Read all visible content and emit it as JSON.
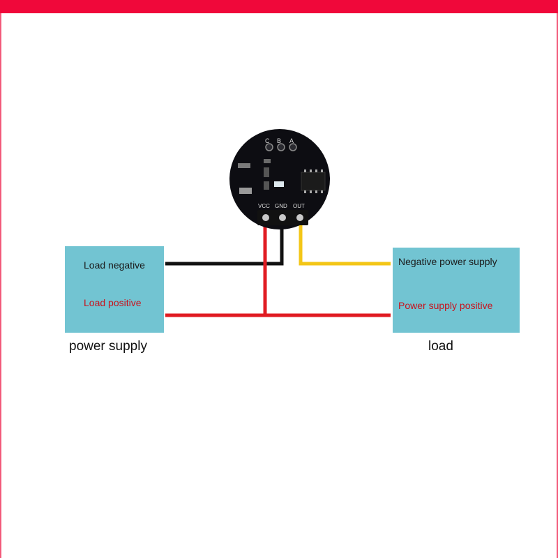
{
  "colors": {
    "accent_band": "#f0083a",
    "box_fill": "#72c4d2",
    "wire_red": "#e01b22",
    "wire_black": "#111111",
    "wire_yellow": "#f3c617",
    "label_dark": "#1a1a1a",
    "label_red": "#c8121c"
  },
  "module": {
    "silk_top": [
      "C",
      "B",
      "A"
    ],
    "pins": [
      "VCC",
      "GND",
      "OUT"
    ]
  },
  "power_supply": {
    "negative_label": "Load negative",
    "positive_label": "Load positive",
    "caption": "power supply"
  },
  "load": {
    "negative_label": "Negative power supply",
    "positive_label": "Power supply positive",
    "caption": "load"
  }
}
